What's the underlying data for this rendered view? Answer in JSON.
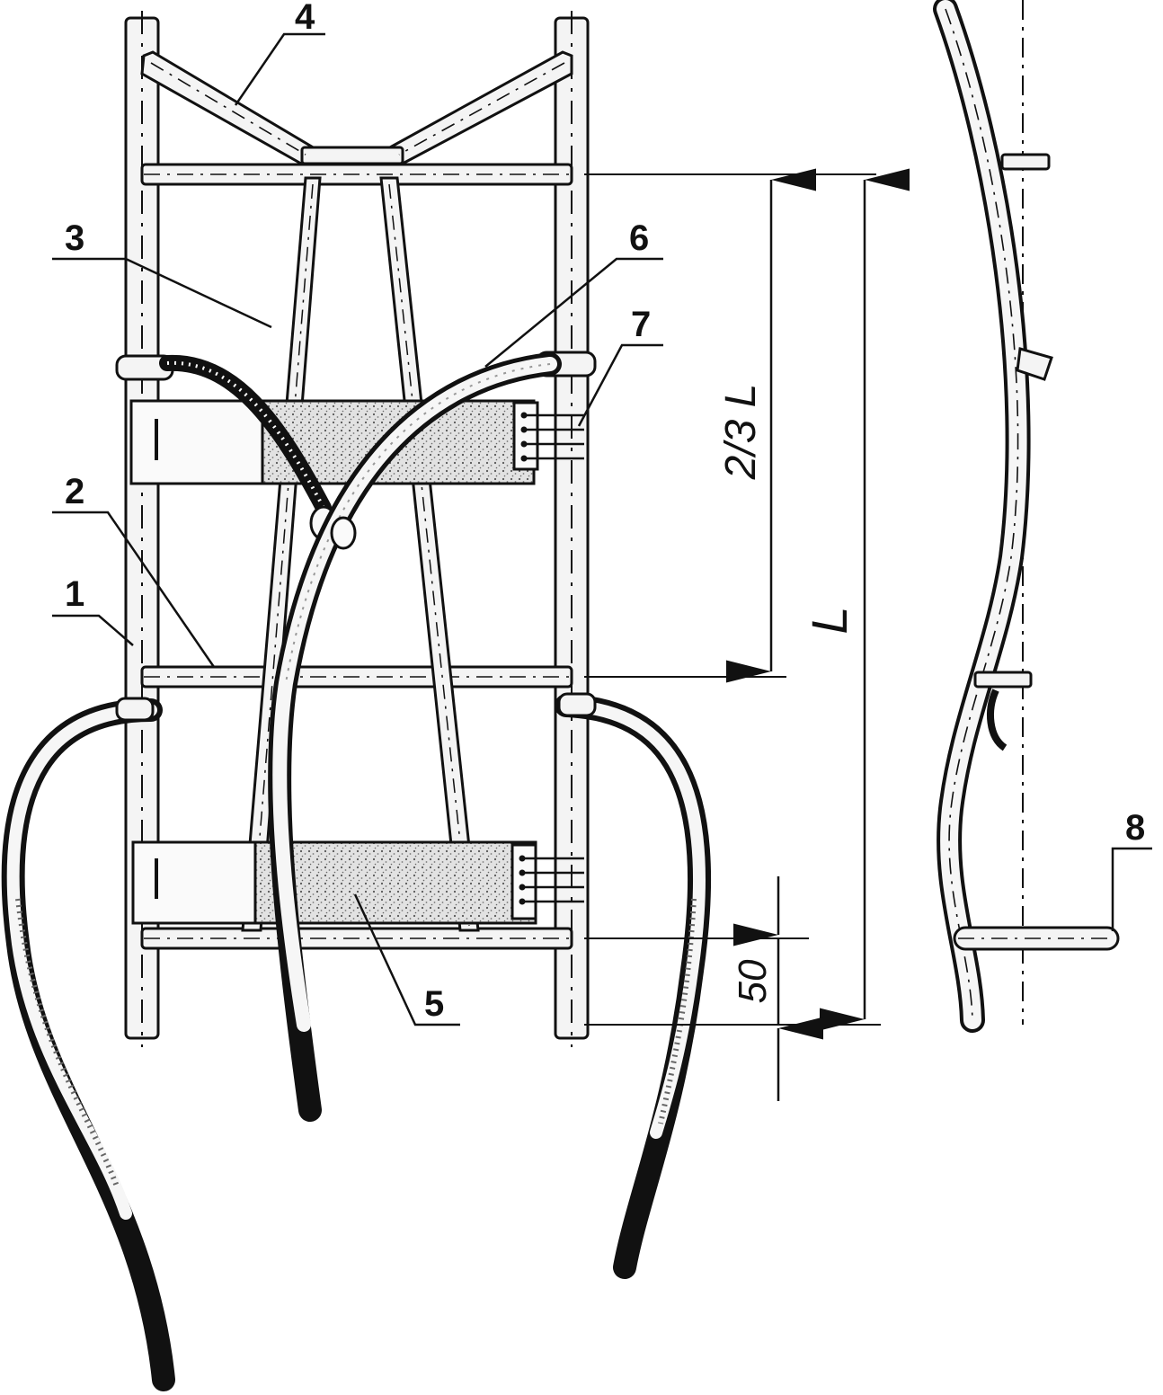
{
  "labels": {
    "frame_side": "1",
    "crossbar": "2",
    "brace": "3",
    "top_yoke": "4",
    "pad": "5",
    "strap": "6",
    "lacing": "7",
    "stand": "8"
  },
  "dimensions": {
    "two_thirds": "2/3 L",
    "full": "L",
    "offset": "50"
  },
  "colors": {
    "ink": "#111111",
    "paper": "#ffffff",
    "pad": "#d9d9d9"
  }
}
